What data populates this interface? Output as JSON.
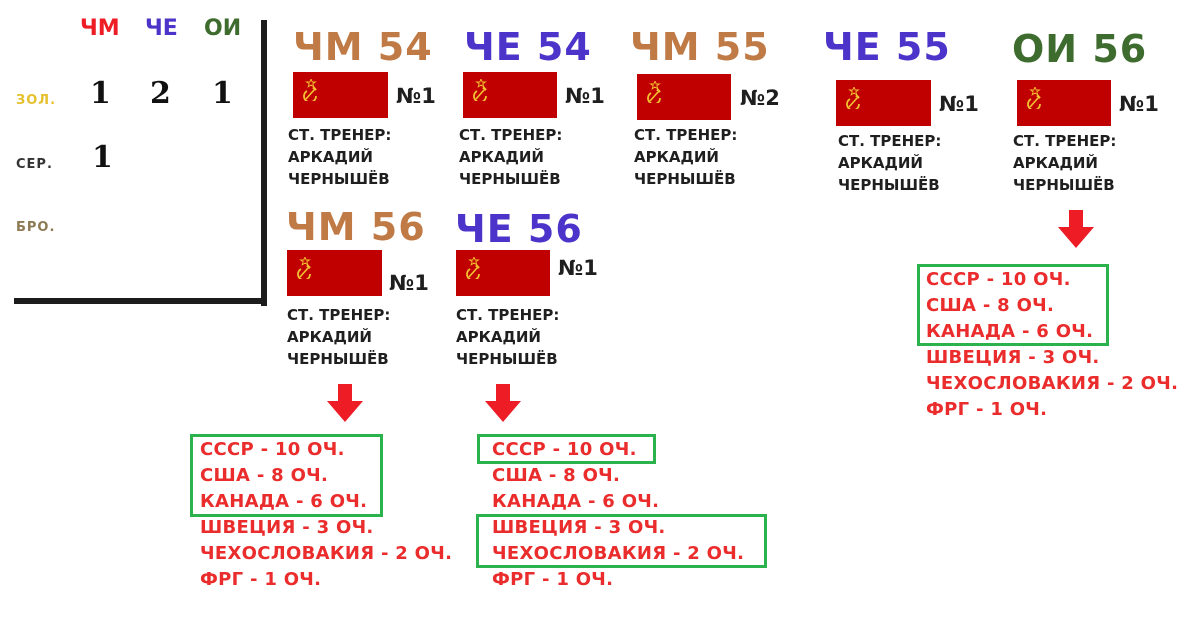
{
  "colors": {
    "cm": "#c07a45",
    "ce": "#4c33c9",
    "oi": "#3e6b2e",
    "cm_header": "#ee1c25",
    "gold": "#e6c12e",
    "silver": "#333333",
    "bronze": "#8d7a52",
    "flag": "#c00000",
    "results_text": "#ea2c2c",
    "highlight_box": "#2bb24c"
  },
  "medal_table": {
    "columns": [
      "ЧМ",
      "ЧЕ",
      "ОИ"
    ],
    "rows": [
      {
        "label": "ЗОЛ.",
        "values": [
          "1",
          "2",
          "1"
        ]
      },
      {
        "label": "СЕР.",
        "values": [
          "1",
          "",
          ""
        ]
      },
      {
        "label": "БРО.",
        "values": [
          "",
          "",
          ""
        ]
      }
    ]
  },
  "tournaments": [
    {
      "title": "ЧМ 54",
      "place": "№1",
      "coach": [
        "СТ. ТРЕНЕР:",
        "АРКАДИЙ",
        "ЧЕРНЫШЁВ"
      ]
    },
    {
      "title": "ЧЕ 54",
      "place": "№1",
      "coach": [
        "СТ. ТРЕНЕР:",
        "АРКАДИЙ",
        "ЧЕРНЫШЁВ"
      ]
    },
    {
      "title": "ЧМ 55",
      "place": "№2",
      "coach": [
        "СТ. ТРЕНЕР:",
        "АРКАДИЙ",
        "ЧЕРНЫШЁВ"
      ]
    },
    {
      "title": "ЧЕ 55",
      "place": "№1",
      "coach": [
        "СТ. ТРЕНЕР:",
        "АРКАДИЙ",
        "ЧЕРНЫШЁВ"
      ]
    },
    {
      "title": "ОИ 56",
      "place": "№1",
      "coach": [
        "СТ. ТРЕНЕР:",
        "АРКАДИЙ",
        "ЧЕРНЫШЁВ"
      ]
    },
    {
      "title": "ЧМ 56",
      "place": "№1",
      "coach": [
        "СТ. ТРЕНЕР:",
        "АРКАДИЙ",
        "ЧЕРНЫШЁВ"
      ]
    },
    {
      "title": "ЧЕ 56",
      "place": "№1",
      "coach": [
        "СТ. ТРЕНЕР:",
        "АРКАДИЙ",
        "ЧЕРНЫШЁВ"
      ]
    }
  ],
  "results": {
    "oi56": [
      "СССР - 10 ОЧ.",
      "США - 8 ОЧ.",
      "КАНАДА - 6 ОЧ.",
      "ШВЕЦИЯ - 3 ОЧ.",
      "ЧЕХОСЛОВАКИЯ - 2 ОЧ.",
      "ФРГ - 1 ОЧ."
    ],
    "cm56": [
      "СССР - 10 ОЧ.",
      "США - 8 ОЧ.",
      "КАНАДА - 6 ОЧ.",
      "ШВЕЦИЯ - 3 ОЧ.",
      "ЧЕХОСЛОВАКИЯ - 2 ОЧ.",
      "ФРГ - 1 ОЧ."
    ],
    "ce56": [
      "СССР - 10 ОЧ.",
      "США - 8 ОЧ.",
      "КАНАДА - 6 ОЧ.",
      "ШВЕЦИЯ - 3 ОЧ.",
      "ЧЕХОСЛОВАКИЯ - 2 ОЧ.",
      "ФРГ - 1 ОЧ."
    ]
  }
}
